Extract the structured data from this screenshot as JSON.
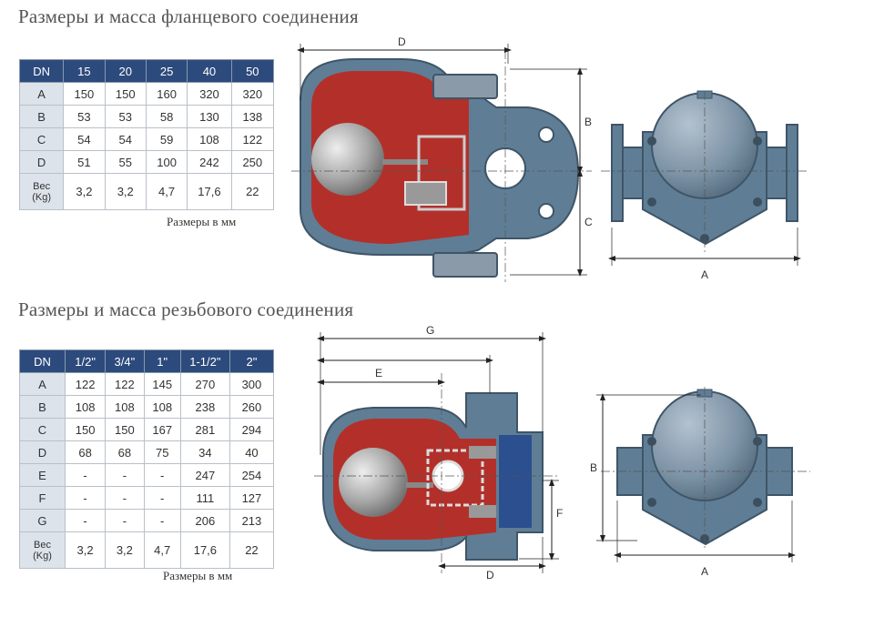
{
  "section1": {
    "title": "Размеры и масса фланцевого соединения",
    "header": [
      "DN",
      "15",
      "20",
      "25",
      "40",
      "50"
    ],
    "rows": [
      [
        "A",
        "150",
        "150",
        "160",
        "320",
        "320"
      ],
      [
        "B",
        "53",
        "53",
        "58",
        "130",
        "138"
      ],
      [
        "C",
        "54",
        "54",
        "59",
        "108",
        "122"
      ],
      [
        "D",
        "51",
        "55",
        "100",
        "242",
        "250"
      ],
      [
        "Вес\n(Kg)",
        "3,2",
        "3,2",
        "4,7",
        "17,6",
        "22"
      ]
    ],
    "note": "Размеры в мм",
    "dims": {
      "D": "D",
      "B": "B",
      "C": "C",
      "A": "A"
    }
  },
  "section2": {
    "title": "Размеры и масса резьбового соединения",
    "header": [
      "DN",
      "1/2\"",
      "3/4\"",
      "1\"",
      "1-1/2\"",
      "2\""
    ],
    "rows": [
      [
        "A",
        "122",
        "122",
        "145",
        "270",
        "300"
      ],
      [
        "B",
        "108",
        "108",
        "108",
        "238",
        "260"
      ],
      [
        "C",
        "150",
        "150",
        "167",
        "281",
        "294"
      ],
      [
        "D",
        "68",
        "68",
        "75",
        "34",
        "40"
      ],
      [
        "E",
        "-",
        "-",
        "-",
        "247",
        "254"
      ],
      [
        "F",
        "-",
        "-",
        "-",
        "111",
        "127"
      ],
      [
        "G",
        "-",
        "-",
        "-",
        "206",
        "213"
      ],
      [
        "Вес\n(Kg)",
        "3,2",
        "3,2",
        "4,7",
        "17,6",
        "22"
      ]
    ],
    "note": "Размеры в мм",
    "dims": {
      "G": "G",
      "E": "E",
      "F": "F",
      "D": "D",
      "B": "B",
      "A": "A"
    }
  },
  "colors": {
    "header_bg": "#2c4a7c",
    "rowhead_bg": "#dde3ea",
    "body_steel": "#5f7e95",
    "interior_red": "#b3302a",
    "float_grey": "#9a9a9a"
  }
}
